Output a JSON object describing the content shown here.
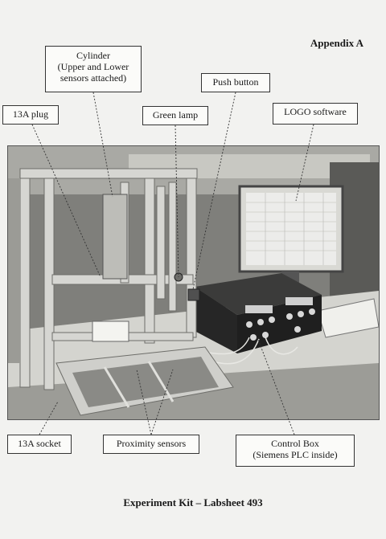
{
  "page": {
    "heading": "Appendix A",
    "caption": "Experiment Kit – Labsheet 493"
  },
  "labels": {
    "cylinder": [
      "Cylinder",
      "(Upper and Lower",
      "sensors attached)"
    ],
    "plug": "13A plug",
    "green_lamp": "Green lamp",
    "push_button": "Push button",
    "logo_software": "LOGO software",
    "socket": "13A socket",
    "proximity": "Proximity sensors",
    "control_box": [
      "Control Box",
      "(Siemens PLC inside)"
    ]
  }
}
